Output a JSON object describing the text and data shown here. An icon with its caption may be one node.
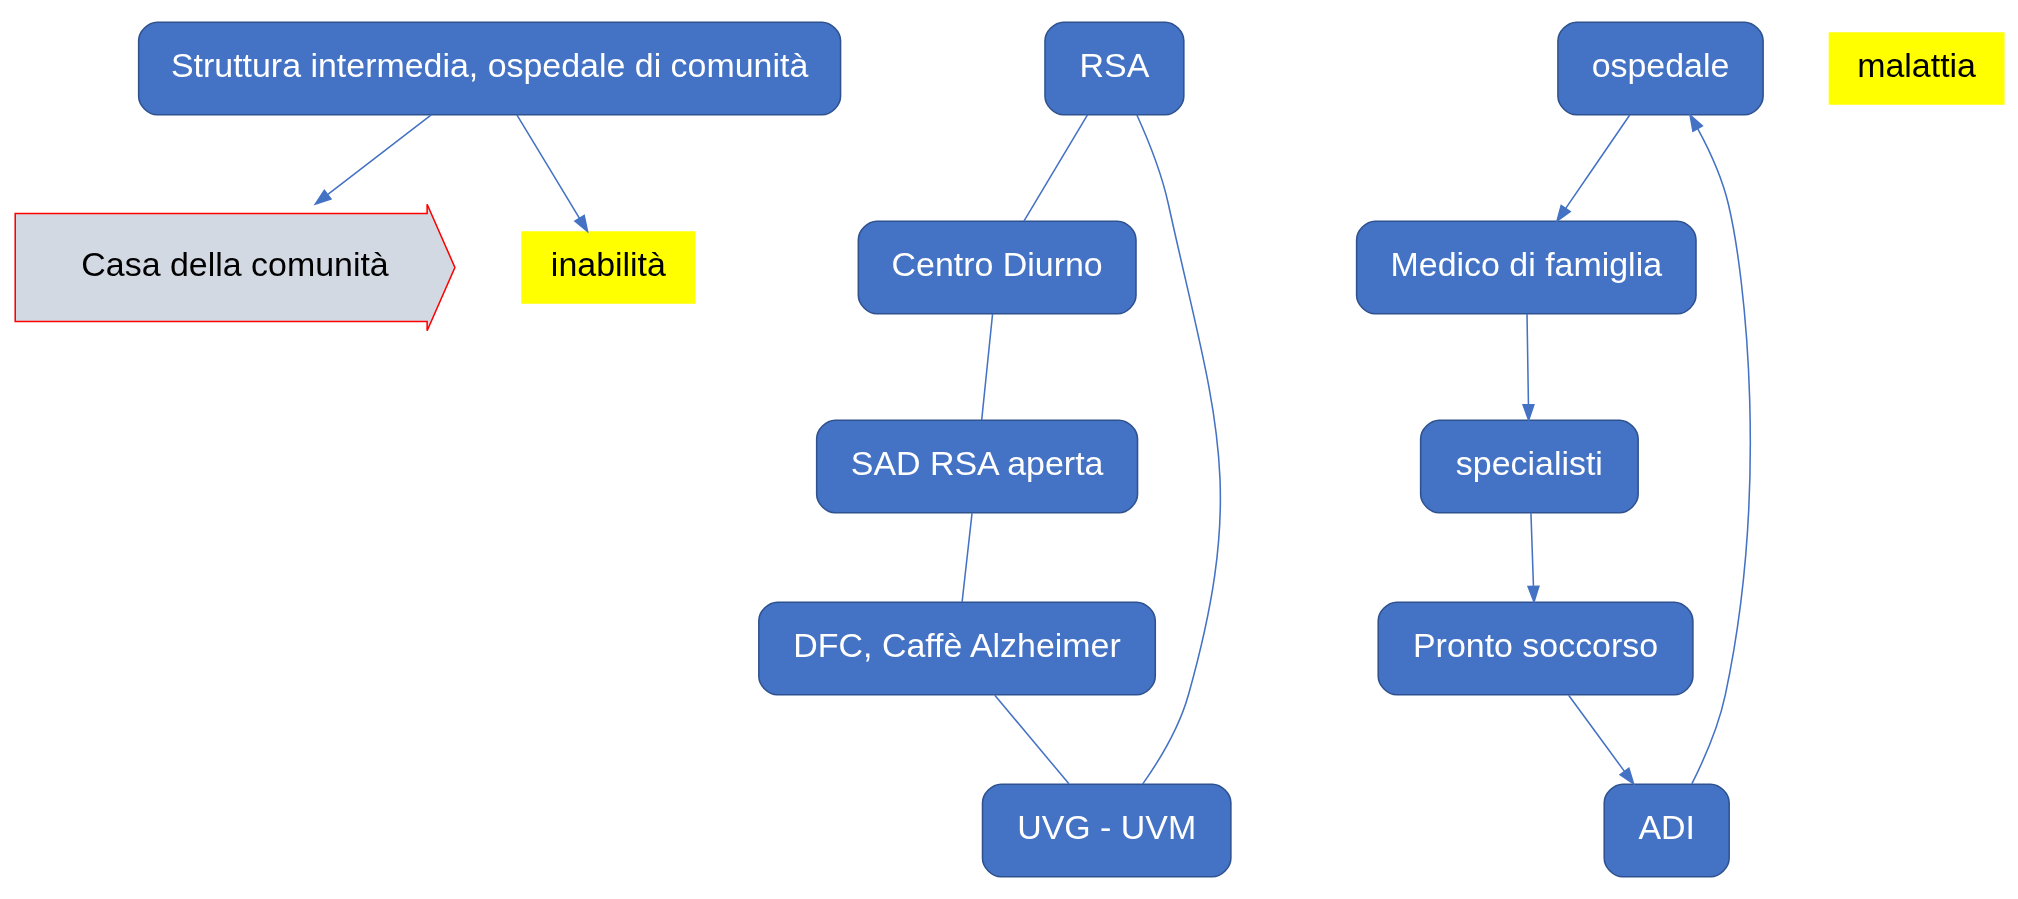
{
  "diagram": {
    "nodes": [
      {
        "text": [
          "Struttura intermedia, ospedale di comunità"
        ]
      },
      {
        "text": [
          "RSA"
        ]
      },
      {
        "text": [
          "ospedale"
        ]
      },
      {
        "text": [
          "Medico di famiglia"
        ]
      },
      {
        "text": [
          "UVG - UVM"
        ]
      },
      {
        "text": [
          "malattia"
        ]
      },
      {
        "text": [
          "Casa della comunità"
        ]
      },
      {
        "text": [
          "inabilità"
        ]
      },
      {
        "text": [
          "Centro Diurno"
        ]
      },
      {
        "text": [
          "specialisti"
        ]
      },
      {
        "text": [
          "ADI"
        ]
      },
      {
        "text": [
          "DFC, Caffè Alzheimer"
        ]
      },
      {
        "text": [
          "Pronto soccorso"
        ]
      },
      {
        "text": [
          "SAD RSA aperta"
        ]
      }
    ],
    "edges": [
      {
        "from": 2,
        "to": 3,
        "arrow": "to"
      },
      {
        "from": 3,
        "to": 9,
        "arrow": "to"
      },
      {
        "from": 9,
        "to": 12,
        "arrow": "to"
      },
      {
        "from": 12,
        "to": 10,
        "arrow": "to"
      },
      {
        "from": 10,
        "to": 2,
        "arrow": "to"
      },
      {
        "from": 0,
        "to": 6,
        "arrow": "to"
      },
      {
        "from": 0,
        "to": 7,
        "arrow": "to"
      },
      {
        "from": 4,
        "to": 1,
        "arrow": "none"
      },
      {
        "from": 1,
        "to": 8,
        "arrow": "none"
      },
      {
        "from": 8,
        "to": 13,
        "arrow": "none"
      },
      {
        "from": 13,
        "to": 11,
        "arrow": "none"
      },
      {
        "from": 11,
        "to": 4,
        "arrow": "none"
      }
    ]
  }
}
